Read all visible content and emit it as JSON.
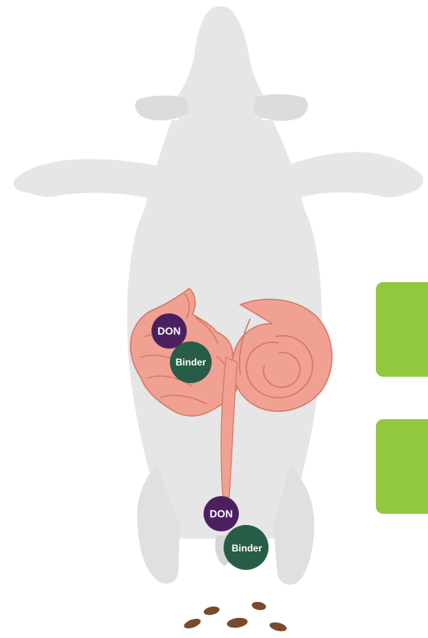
{
  "labels": {
    "upper_don": "DON",
    "upper_binder": "Binder",
    "lower_don": "DON",
    "lower_binder": "Binder"
  },
  "colors": {
    "body": "#e6e6e6",
    "body_shadow": "#d2d2d2",
    "intestine": "#f0a192",
    "intestine_dark": "#d47868",
    "don": "#4b2060",
    "binder": "#275c47",
    "panel": "#92c83e",
    "feces": "#7a4a2c"
  },
  "icons": {
    "animal": "pig-silhouette-icon",
    "feces": "feces-icon"
  }
}
